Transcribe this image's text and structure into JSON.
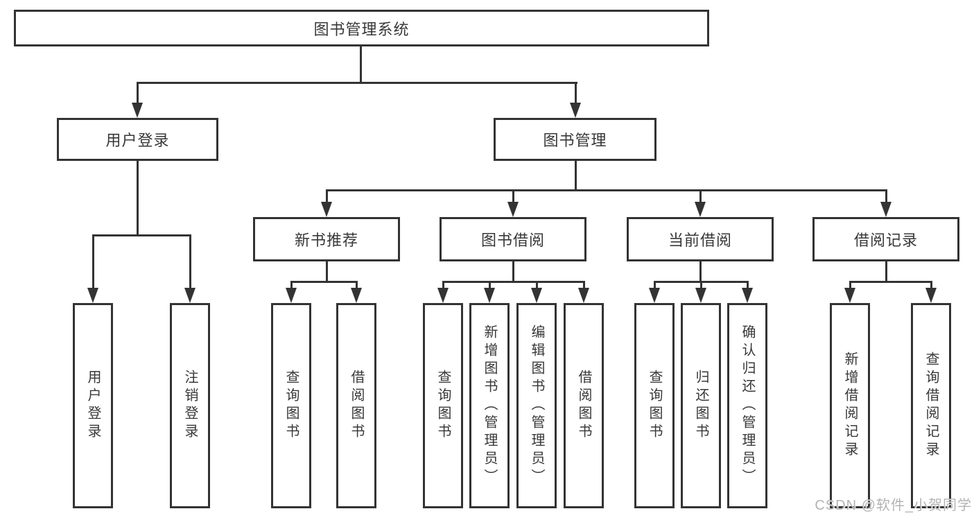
{
  "diagram": {
    "title": "图书管理系统",
    "root": {
      "label": "图书管理系统"
    },
    "level2": {
      "user_login": {
        "label": "用户登录"
      },
      "book_mgmt": {
        "label": "图书管理"
      }
    },
    "level3": {
      "new_books": {
        "label": "新书推荐"
      },
      "book_borrow": {
        "label": "图书借阅"
      },
      "current_borrow": {
        "label": "当前借阅"
      },
      "borrow_records": {
        "label": "借阅记录"
      }
    },
    "leaves": {
      "user_login": [
        "用户登录",
        "注销登录"
      ],
      "new_books": [
        "查询图书",
        "借阅图书"
      ],
      "book_borrow": [
        "查询图书",
        "新增图书（管理员）",
        "编辑图书（管理员）",
        "借阅图书"
      ],
      "current_borrow": [
        "查询图书",
        "归还图书",
        "确认归还（管理员）"
      ],
      "borrow_records": [
        "新增借阅记录",
        "查询借阅记录"
      ]
    },
    "watermark": "CSDN @软件_小贺同学",
    "colors": {
      "line": "#333333",
      "box_border": "#333333",
      "text": "#383838",
      "watermark": "#b3b3b3",
      "background": "#ffffff"
    }
  }
}
